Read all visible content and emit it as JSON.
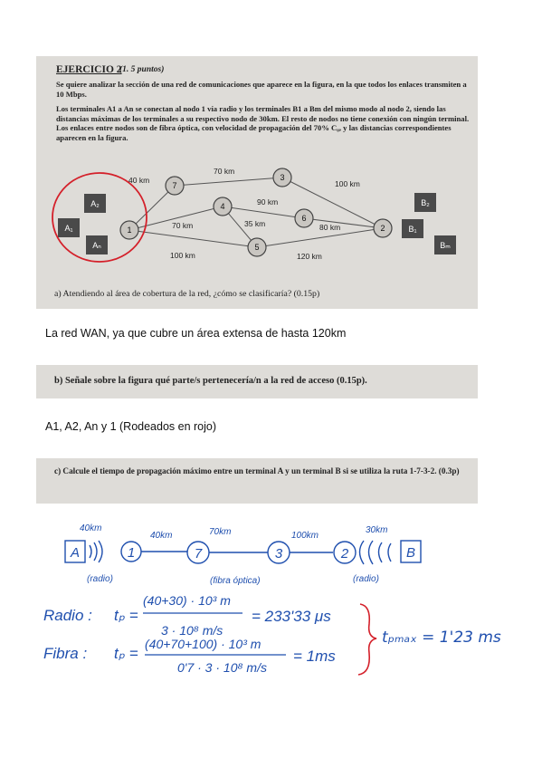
{
  "exercise": {
    "title": "EJERCICIO 2",
    "points": "(1. 5 puntos)",
    "paragraph1": "Se quiere analizar la sección de una red de comunicaciones que aparece en la figura, en la que todos los enlaces transmiten a 10 Mbps.",
    "paragraph2": "Los terminales A1 a An se conectan al nodo 1 vía radio y los terminales B1 a Bm del mismo modo al nodo 2, siendo las distancias máximas de los terminales a su respectivo nodo de 30km. El resto de nodos no tiene conexión con ningún terminal. Los enlaces entre nodos son de fibra óptica, con velocidad de propagación del 70% C₀, y las distancias correspondientes aparecen en la figura."
  },
  "figure": {
    "nodes": [
      "1",
      "2",
      "3",
      "4",
      "5",
      "6",
      "7"
    ],
    "terminals_a": [
      "A₂",
      "A₁",
      "Aₙ"
    ],
    "terminals_b": [
      "B₂",
      "B₁",
      "Bₘ"
    ],
    "links": [
      "40 km",
      "70 km",
      "100 km",
      "90 km",
      "70 km",
      "35 km",
      "80 km",
      "100 km",
      "120 km"
    ]
  },
  "questions": {
    "a": "a)  Atendiendo al área de cobertura de la red, ¿cómo se clasificaría? (0.15p)",
    "b": "b)  Señale sobre la figura qué parte/s pertenecería/n a la red de acceso (0.15p).",
    "c": "c)  Calcule el tiempo de propagación máximo entre un terminal A y un terminal B si se utiliza la ruta 1-7-3-2. (0.3p)"
  },
  "answers": {
    "a": "La red WAN, ya que cubre un área extensa de hasta 120km",
    "b": "A1, A2, An y 1 (Rodeados en rojo)"
  },
  "handwritten": {
    "route_distances": [
      "40km",
      "40km",
      "70km",
      "100km",
      "30km"
    ],
    "route_nodes": [
      "A",
      "1",
      "7",
      "3",
      "2",
      "B"
    ],
    "route_labels": [
      "(radio)",
      "(fibra óptica)",
      "(radio)"
    ],
    "radio_label": "Radio :",
    "radio_num": "(40+30) · 10³ m",
    "radio_den": "3 · 10⁸ m/s",
    "radio_result": "= 233'33 μs",
    "fibra_label": "Fibra :",
    "fibra_num": "(40+70+100) · 10³ m",
    "fibra_den": "0'7 · 3 · 10⁸ m/s",
    "fibra_result": "= 1ms",
    "tp": "tₚ =",
    "total": "tₚₘₐₓ = 1'23 ms"
  }
}
